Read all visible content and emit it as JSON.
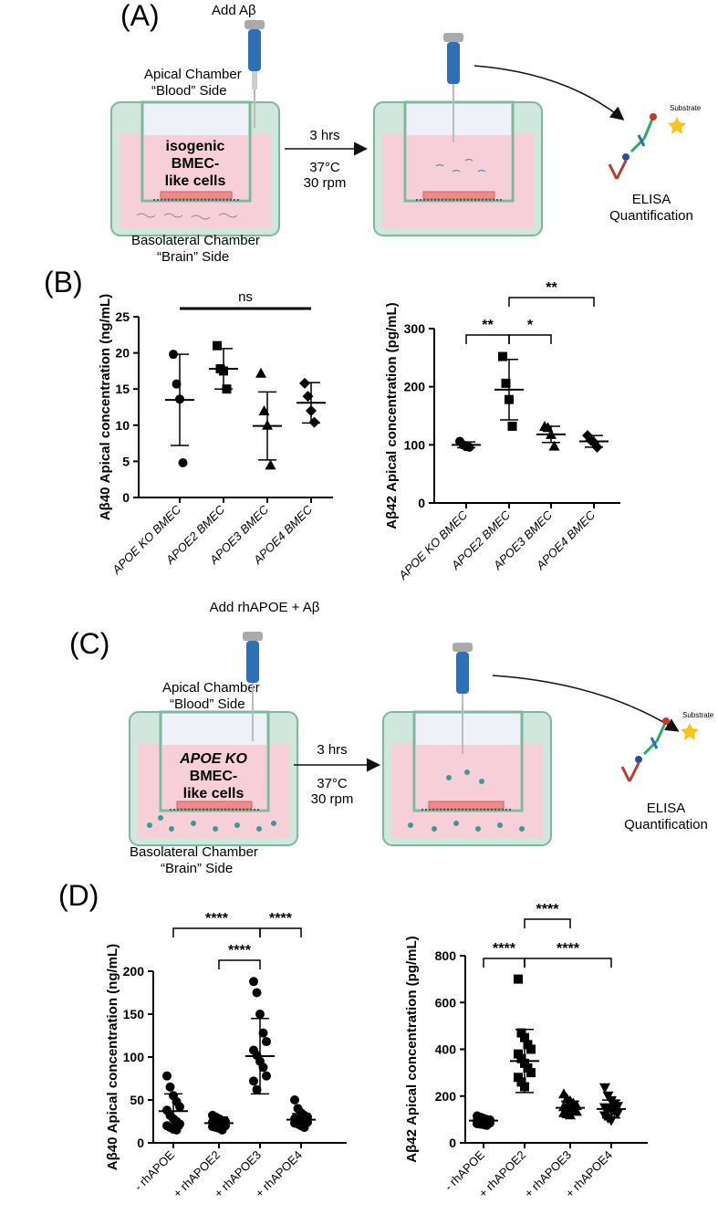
{
  "colors": {
    "medium": "#f6cfd9",
    "well_wall": "#cfe7dc",
    "well_edge": "#7fb7a1",
    "insert_top": "#eef1f8",
    "cell_fill": "#f08a8a",
    "pipette_blue": "#2f6fb6",
    "abeta_strand": "#3a8a8a",
    "apoe_particle": "#3a9a9a"
  },
  "icons": [
    "pipette-icon",
    "antibody-icon",
    "substrate-star-icon",
    "arrow-icon"
  ],
  "panelA": {
    "label": "(A)",
    "add_label": "Add Aβ",
    "apical_1": "Apical Chamber",
    "apical_2": "“Blood” Side",
    "cells_1": "isogenic",
    "cells_2": "BMEC-",
    "cells_3": "like cells",
    "baso_1": "Basolateral Chamber",
    "baso_2": "“Brain” Side",
    "time": "3 hrs",
    "temp": "37°C",
    "speed": "30 rpm",
    "substrate": "Substrate",
    "elisa_1": "ELISA",
    "elisa_2": "Quantification"
  },
  "panelB": {
    "label": "(B)"
  },
  "panelC": {
    "label": "(C)",
    "add_label": "Add rhAPOE + Aβ",
    "apical_1": "Apical Chamber",
    "apical_2": "“Blood” Side",
    "cells_1": "APOE KO",
    "cells_2": "BMEC-",
    "cells_3": "like cells",
    "baso_1": "Basolateral Chamber",
    "baso_2": "“Brain” Side",
    "time": "3 hrs",
    "temp": "37°C",
    "speed": "30 rpm",
    "substrate": "Substrate",
    "elisa_1": "ELISA",
    "elisa_2": "Quantification"
  },
  "panelD": {
    "label": "(D)"
  },
  "chart_data": [
    {
      "id": "B1",
      "type": "scatter",
      "ylabel": "Aβ40 Apical concentration (ng/mL)",
      "ylim": [
        0,
        25
      ],
      "yticks": [
        0,
        5,
        10,
        15,
        20,
        25
      ],
      "categories": [
        "APOE KO BMEC",
        "APOE2 BMEC",
        "APOE3 BMEC",
        "APOE4 BMEC"
      ],
      "category_italic_part": [
        "APOE KO",
        "APOE2",
        "APOE3",
        "APOE4"
      ],
      "markers": [
        "circle",
        "square",
        "triangle",
        "diamond"
      ],
      "points": [
        [
          19.8,
          15.7,
          13.6,
          4.8
        ],
        [
          21.0,
          17.8,
          17.5,
          15.0
        ],
        [
          17.2,
          12.0,
          10.0,
          4.5
        ],
        [
          15.8,
          14.0,
          12.0,
          10.4
        ]
      ],
      "mean": [
        13.5,
        17.8,
        9.9,
        13.1
      ],
      "sd": [
        6.3,
        2.8,
        4.7,
        2.8
      ],
      "sig": [
        {
          "from": 0,
          "to": 3,
          "label": "ns",
          "type": "bar"
        }
      ]
    },
    {
      "id": "B2",
      "type": "scatter",
      "ylabel": "Aβ42 Apical concentration (pg/mL)",
      "ylim": [
        0,
        300
      ],
      "yticks": [
        0,
        100,
        200,
        300
      ],
      "categories": [
        "APOE KO BMEC",
        "APOE2 BMEC",
        "APOE3 BMEC",
        "APOE4 BMEC"
      ],
      "category_italic_part": [
        "APOE KO",
        "APOE2",
        "APOE3",
        "APOE4"
      ],
      "markers": [
        "circle",
        "square",
        "triangle",
        "diamond"
      ],
      "points": [
        [
          106,
          100,
          97,
          96
        ],
        [
          252,
          206,
          178,
          132
        ],
        [
          132,
          130,
          118,
          98
        ],
        [
          116,
          108,
          104,
          96
        ]
      ],
      "mean": [
        100,
        195,
        118,
        106
      ],
      "sd": [
        5,
        52,
        14,
        10
      ],
      "sig": [
        {
          "from": 0,
          "to": 1,
          "label": "**"
        },
        {
          "from": 1,
          "to": 2,
          "label": "*"
        },
        {
          "from": 1,
          "to": 3,
          "label": "**"
        }
      ]
    },
    {
      "id": "D1",
      "type": "scatter",
      "ylabel": "Aβ40 Apical concentration (ng/mL)",
      "ylim": [
        0,
        200
      ],
      "yticks": [
        0,
        50,
        100,
        150,
        200
      ],
      "categories": [
        "- rhAPOE",
        "+ rhAPOE2",
        "+ rhAPOE3",
        "+ rhAPOE4"
      ],
      "markers": [
        "circle",
        "circle",
        "circle",
        "circle"
      ],
      "points": [
        [
          78,
          65,
          55,
          48,
          42,
          38,
          32,
          28,
          25,
          22,
          20,
          18,
          16,
          15
        ],
        [
          32,
          30,
          28,
          26,
          25,
          24,
          23,
          22,
          21,
          20,
          19,
          18,
          17,
          15
        ],
        [
          188,
          175,
          150,
          128,
          118,
          108,
          102,
          95,
          88,
          78,
          72,
          62
        ],
        [
          50,
          40,
          35,
          32,
          30,
          28,
          27,
          26,
          25,
          24,
          23,
          22,
          20,
          18
        ]
      ],
      "mean": [
        37,
        23,
        101,
        27
      ],
      "sd": [
        20,
        7,
        44,
        7
      ],
      "sig": [
        {
          "from": 0,
          "to": 2,
          "label": "****"
        },
        {
          "from": 2,
          "to": 3,
          "label": "****"
        },
        {
          "from": 1,
          "to": 2,
          "label": "****"
        }
      ]
    },
    {
      "id": "D2",
      "type": "scatter",
      "ylabel": "Aβ42 Apical concentration (pg/mL)",
      "ylim": [
        0,
        800
      ],
      "yticks": [
        0,
        200,
        400,
        600,
        800
      ],
      "categories": [
        "- rhAPOE",
        "+ rhAPOE2",
        "+ rhAPOE3",
        "+ rhAPOE4"
      ],
      "markers": [
        "circle",
        "square",
        "triangle",
        "down-triangle"
      ],
      "points": [
        [
          115,
          110,
          105,
          100,
          98,
          95,
          92,
          90,
          88,
          85,
          82,
          80,
          78,
          75
        ],
        [
          700,
          470,
          450,
          420,
          400,
          380,
          360,
          340,
          320,
          300,
          280,
          260,
          240
        ],
        [
          210,
          190,
          180,
          170,
          160,
          155,
          150,
          145,
          140,
          135,
          130,
          125,
          120
        ],
        [
          235,
          200,
          180,
          165,
          155,
          150,
          145,
          140,
          135,
          125,
          115,
          105,
          95
        ]
      ],
      "mean": [
        95,
        350,
        150,
        145
      ],
      "sd": [
        15,
        135,
        28,
        38
      ],
      "sig": [
        {
          "from": 0,
          "to": 1,
          "label": "****"
        },
        {
          "from": 1,
          "to": 2,
          "label": "****"
        },
        {
          "from": 1,
          "to": 3,
          "label": "****"
        }
      ]
    }
  ]
}
